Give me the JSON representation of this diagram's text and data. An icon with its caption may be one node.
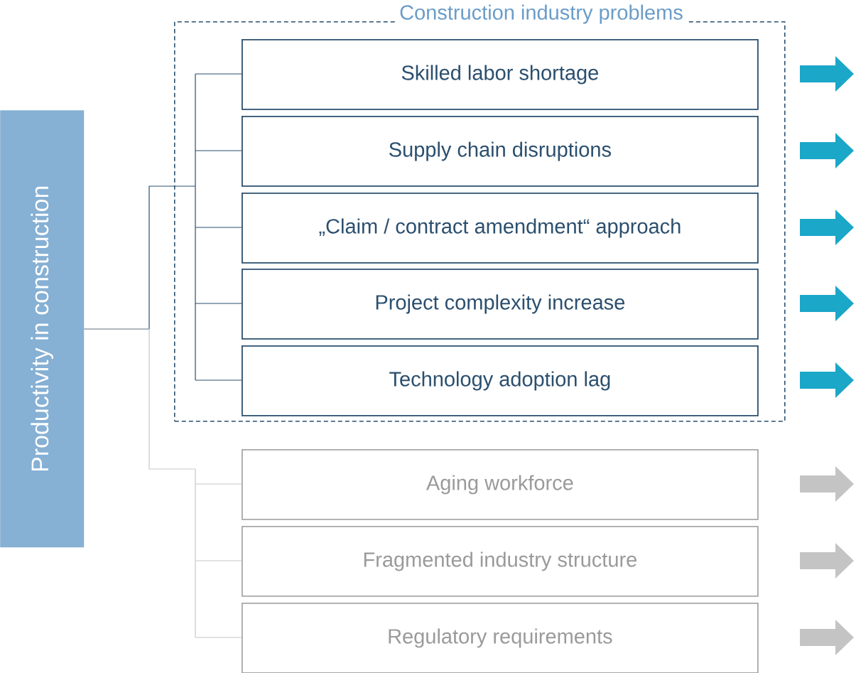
{
  "diagram": {
    "nodes": [
      {
        "text": [
          "Productivity in construction"
        ]
      },
      {
        "text": [
          "Construction industry problems"
        ]
      },
      {
        "text": [
          "Skilled labor shortage"
        ],
        "in": 1
      },
      {
        "text": [
          "Supply chain disruptions"
        ],
        "in": 1
      },
      {
        "text": [
          "„Claim / contract amendment“ approach"
        ],
        "in": 1
      },
      {
        "text": [
          "Project complexity increase"
        ],
        "in": 1
      },
      {
        "text": [
          "Technology adoption lag"
        ],
        "in": 1
      },
      {
        "text": [
          "Aging workforce"
        ]
      },
      {
        "text": [
          "Fragmented industry structure"
        ]
      },
      {
        "text": [
          "Regulatory requirements"
        ]
      }
    ],
    "edges": [
      {
        "from": 0,
        "to": 2,
        "arrow": "none"
      },
      {
        "from": 0,
        "to": 3,
        "arrow": "none"
      },
      {
        "from": 0,
        "to": 4,
        "arrow": "none"
      },
      {
        "from": 0,
        "to": 5,
        "arrow": "none"
      },
      {
        "from": 0,
        "to": 6,
        "arrow": "none"
      },
      {
        "from": 0,
        "to": 7,
        "arrow": "none",
        "color": "#c8c8c8"
      },
      {
        "from": 0,
        "to": 8,
        "arrow": "none",
        "color": "#c8c8c8"
      },
      {
        "from": 0,
        "to": 9,
        "arrow": "none",
        "color": "#c8c8c8"
      }
    ]
  }
}
